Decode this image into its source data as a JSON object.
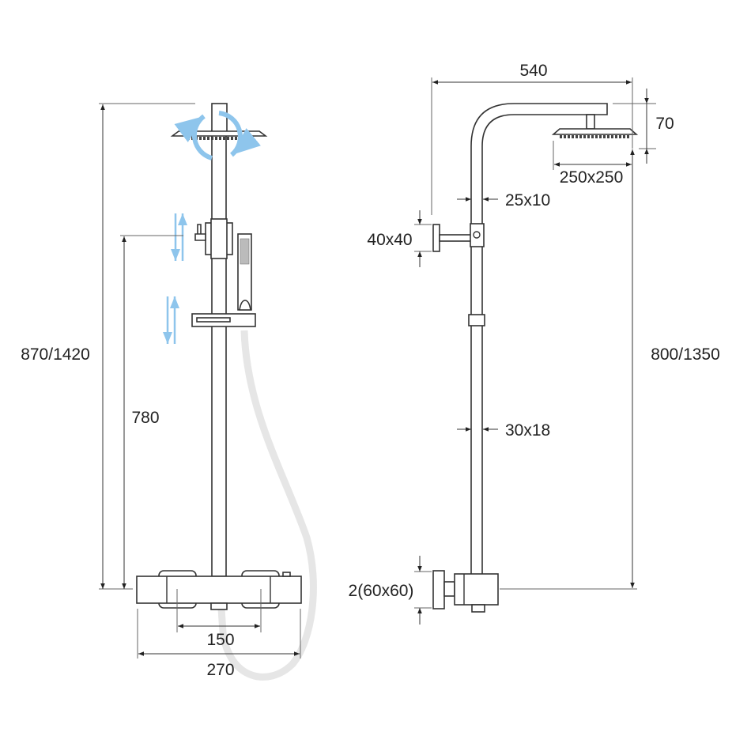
{
  "diagram": {
    "colors": {
      "line": "#333333",
      "hose": "#e6e6e6",
      "adjust_arrows": "#8ec5ec"
    },
    "front_view": {
      "total_height": "870/1420",
      "mixer_to_holder_height": "780",
      "inlet_spacing": "150",
      "mixer_width": "270"
    },
    "side_view": {
      "arm_reach": "540",
      "head_drop": "70",
      "head_size": "250x250",
      "upper_pipe": "25x10",
      "diverter_knob": "40x40",
      "riser_height": "800/1350",
      "lower_pipe": "30x18",
      "wall_flange": "2(60x60)"
    }
  }
}
